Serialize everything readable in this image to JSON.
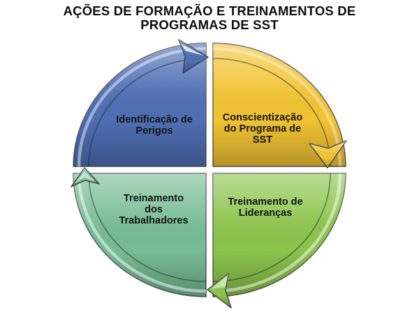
{
  "title": "AÇÕES DE FORMAÇÃO E TREINAMENTOS DE\nPROGRAMAS DE SST",
  "diagram": {
    "type": "cycle",
    "direction": "clockwise",
    "background": "#ffffff",
    "outline_color": "#53565a",
    "text_color": "#141414",
    "segments": [
      {
        "position": "top-left",
        "label": "Identificação de\nPerigos",
        "color": "#4e6fb4",
        "arrow": "points-right-at-top"
      },
      {
        "position": "top-right",
        "label": "Conscientização\ndo Programa de\nSST",
        "color": "#f2c433",
        "arrow": "points-down-at-right"
      },
      {
        "position": "bottom-right",
        "label": "Treinamento de\nLideranças",
        "color": "#8cc44c",
        "arrow": "points-left-at-bottom"
      },
      {
        "position": "bottom-left",
        "label": "Treinamento\ndos\nTrabalhadores",
        "color": "#76bc94",
        "arrow": "points-up-at-left"
      }
    ]
  }
}
